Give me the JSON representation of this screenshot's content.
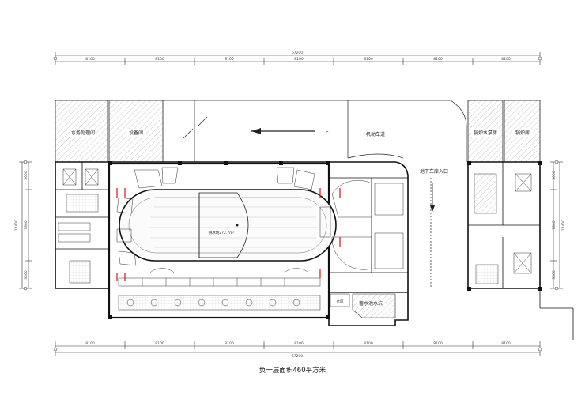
{
  "caption": "负一层面积460平方米",
  "total_dimension": "67200",
  "segment_dimension": "8100",
  "rooms": {
    "water_treatment": "水务处理间",
    "equipment": "设备间",
    "boiler_pump": "锅炉水泵房",
    "boiler_room": "锅炉房",
    "ramp": "机动车道",
    "garage_entrance": "地下车库入口",
    "up_arrow": "上",
    "rink_area": "滑冰场272.7m²",
    "pool": "蓄水池水坑",
    "storage": "仓库"
  },
  "side_dims": {
    "left_total": "14400",
    "left_a": "3000",
    "left_b": "7800",
    "left_c": "3000",
    "right_total": "14400",
    "right_a": "3000",
    "right_b": "7800",
    "right_c": "3000"
  },
  "colors": {
    "line": "#1a1a1a",
    "hatch": "#9a9a9a",
    "accent": "#d42a2a"
  }
}
